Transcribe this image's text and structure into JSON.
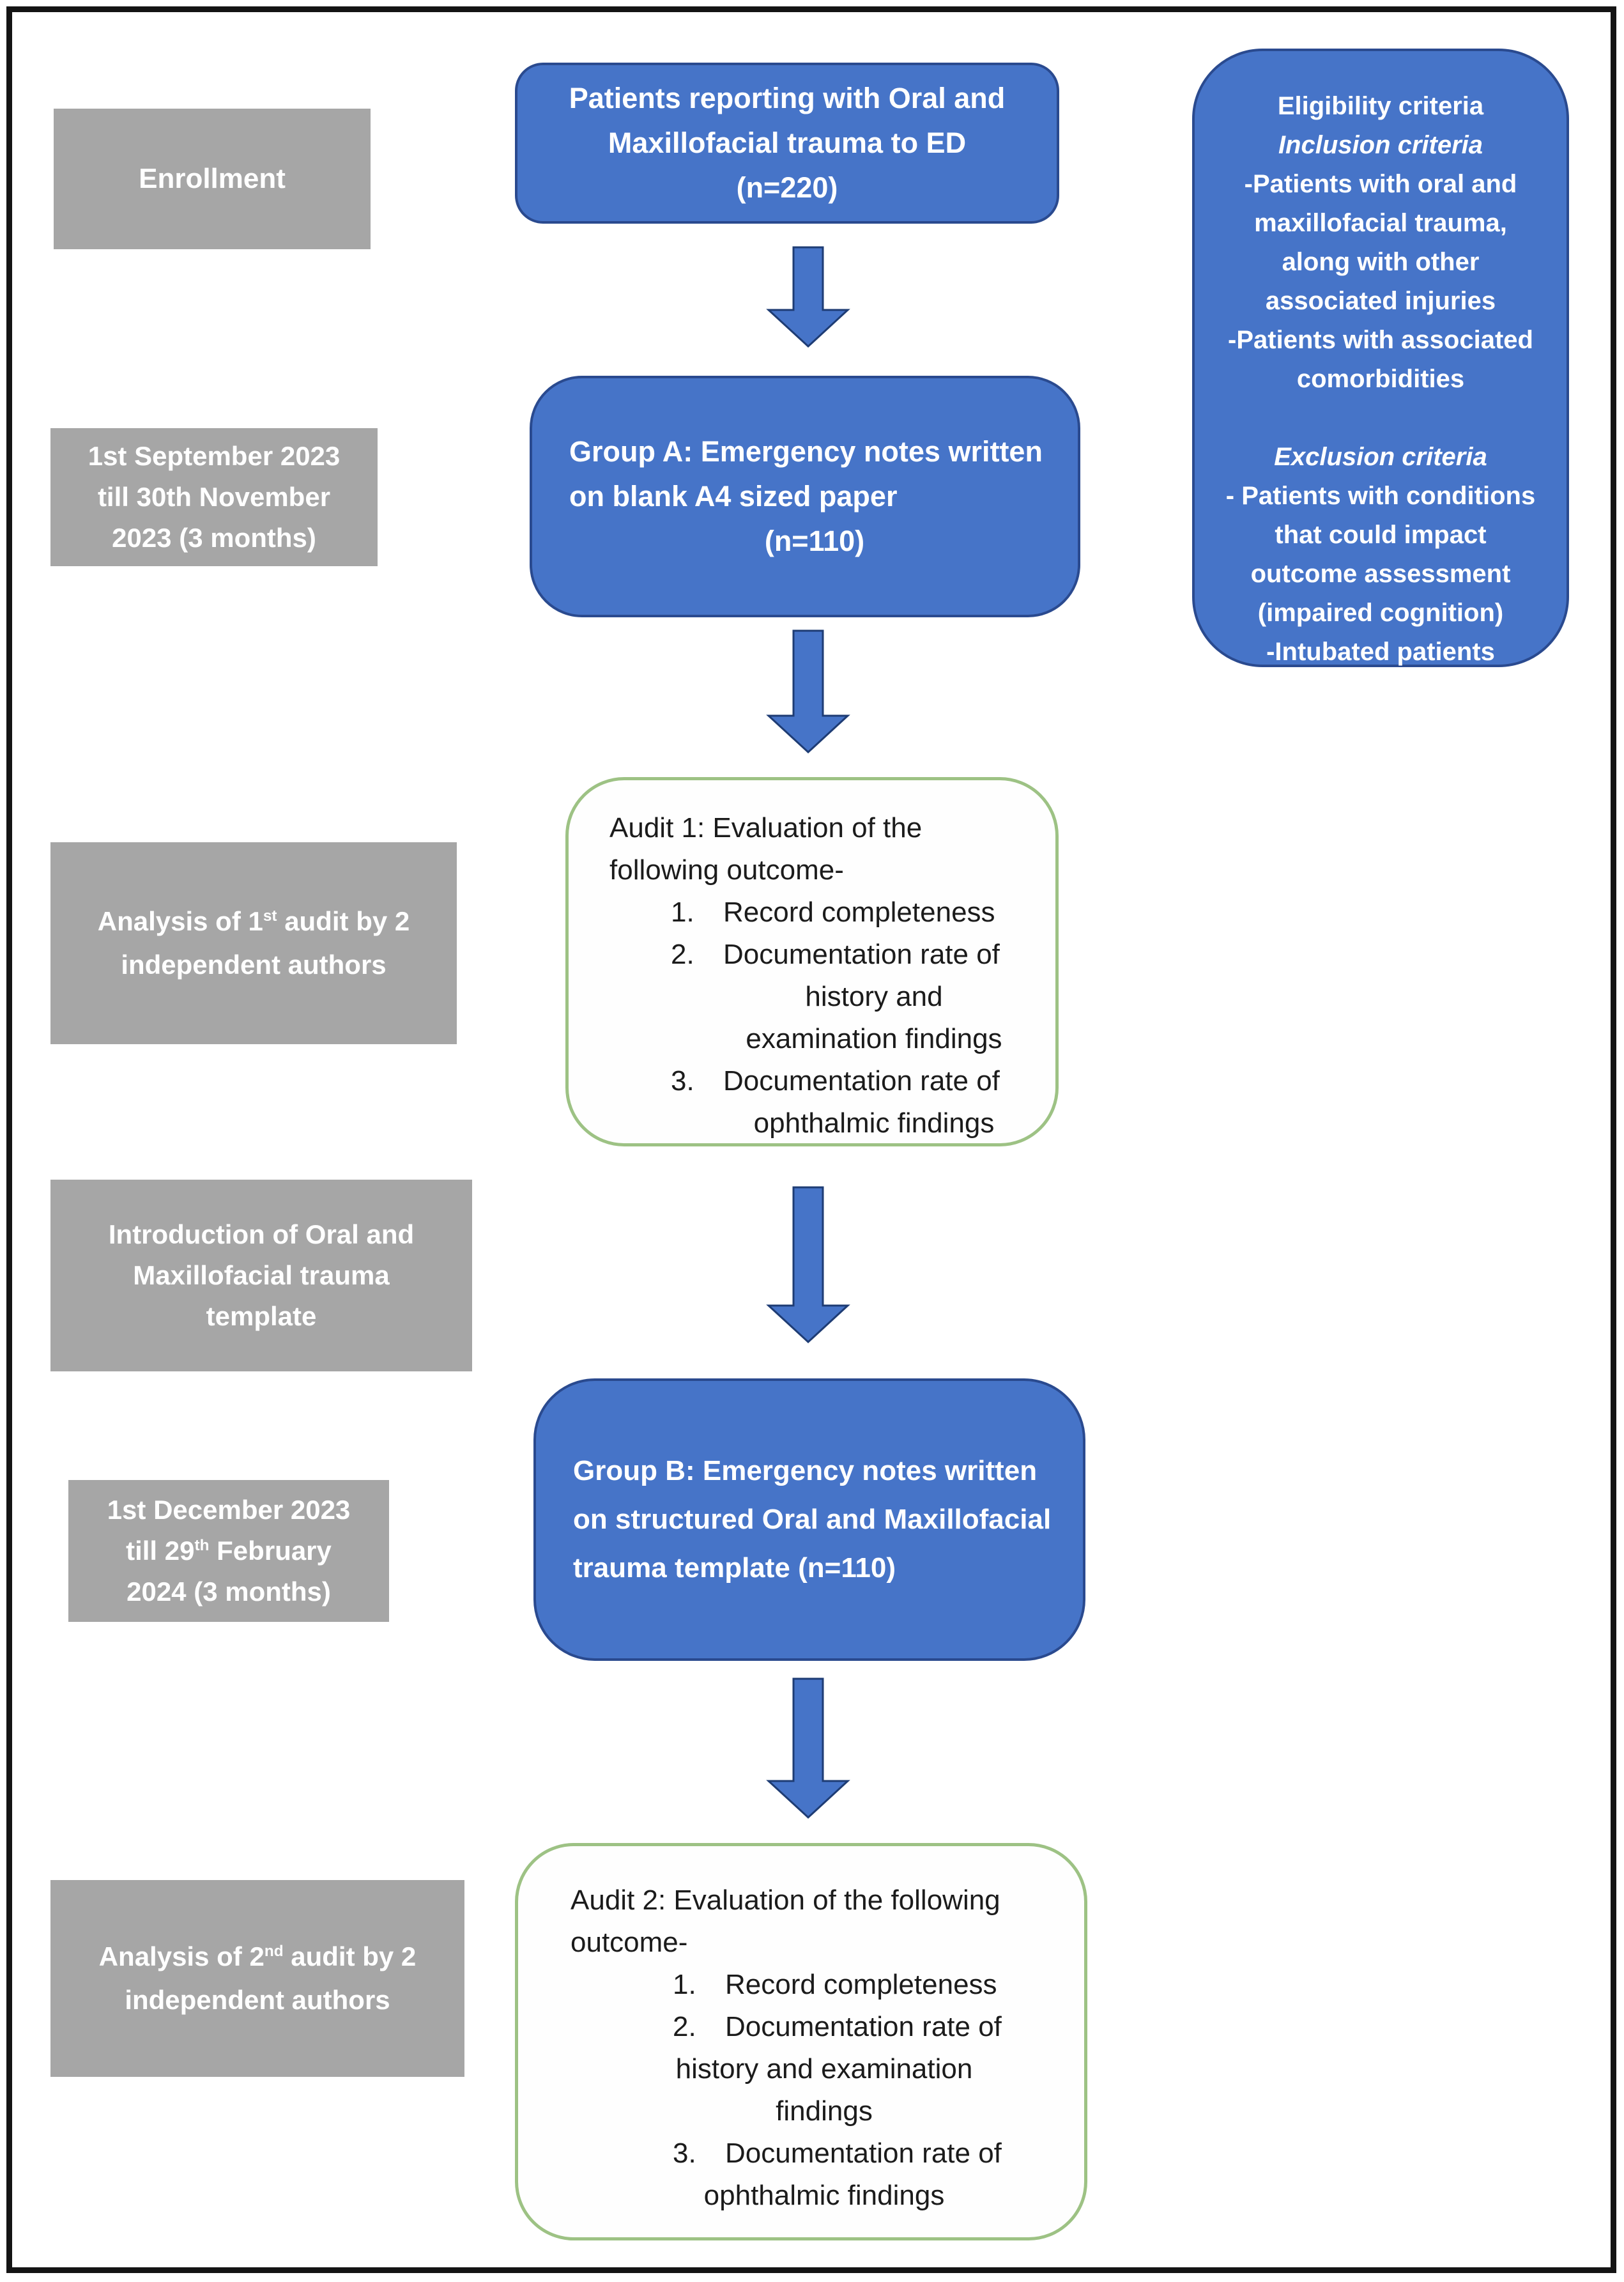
{
  "colors": {
    "blue_fill": "#4674c8",
    "blue_border": "#2a4a8f",
    "gray_fill": "#a6a6a6",
    "green_border": "#9dc284",
    "arrow_fill": "#4674c8",
    "arrow_outline": "#1e3c74",
    "page_border": "#141414"
  },
  "boxes": {
    "enrollment": {
      "label": "Enrollment"
    },
    "patients": {
      "lines": [
        "Patients reporting with Oral and",
        "Maxillofacial trauma to ED",
        "(n=220)"
      ]
    },
    "eligibility": {
      "lines": [
        "Eligibility criteria",
        "Inclusion criteria",
        "-Patients with oral and",
        "maxillofacial trauma,",
        "along with other",
        "associated injuries",
        "-Patients with associated",
        "comorbidities",
        "",
        "Exclusion criteria",
        "- Patients with conditions",
        "that could impact",
        "outcome assessment",
        "(impaired cognition)",
        "-Intubated patients"
      ]
    },
    "period1": {
      "lines": [
        "1st September 2023",
        "till 30th November",
        "2023 (3 months)"
      ]
    },
    "group_a": {
      "lines": [
        "Group A: Emergency notes written",
        "on blank A4 sized paper",
        "(n=110)"
      ]
    },
    "analysis1": {
      "line1_pre": "Analysis of 1",
      "line1_sup": "st",
      "line1_post": " audit by 2",
      "line2": "independent authors"
    },
    "audit1": {
      "title_lines": [
        "Audit 1: Evaluation of the",
        "following outcome-"
      ],
      "items": [
        {
          "num": "1.",
          "lines": [
            "Record completeness"
          ]
        },
        {
          "num": "2.",
          "lines": [
            "Documentation rate of",
            "history and",
            "examination findings"
          ]
        },
        {
          "num": "3.",
          "lines": [
            "Documentation rate of",
            "ophthalmic findings"
          ]
        }
      ]
    },
    "template_intro": {
      "lines": [
        "Introduction of Oral and",
        "Maxillofacial trauma",
        "template"
      ]
    },
    "period2": {
      "line1": "1st December 2023",
      "line2_pre": "till 29",
      "line2_sup": "th",
      "line2_post": " February",
      "line3": "2024 (3 months)"
    },
    "group_b": {
      "lines": [
        "Group B: Emergency notes written",
        "on structured Oral and Maxillofacial",
        "trauma template (n=110)"
      ]
    },
    "analysis2": {
      "line1_pre": "Analysis of 2",
      "line1_sup": "nd",
      "line1_post": " audit by 2",
      "line2": "independent authors"
    },
    "audit2": {
      "title_lines": [
        "Audit 2: Evaluation of the following",
        "outcome-"
      ],
      "items": [
        {
          "num": "1.",
          "lines": [
            "Record completeness"
          ]
        },
        {
          "num": "2.",
          "lines": [
            "Documentation rate of",
            "history and examination",
            "findings"
          ]
        },
        {
          "num": "3.",
          "lines": [
            "Documentation rate of",
            "ophthalmic findings"
          ]
        }
      ]
    }
  }
}
